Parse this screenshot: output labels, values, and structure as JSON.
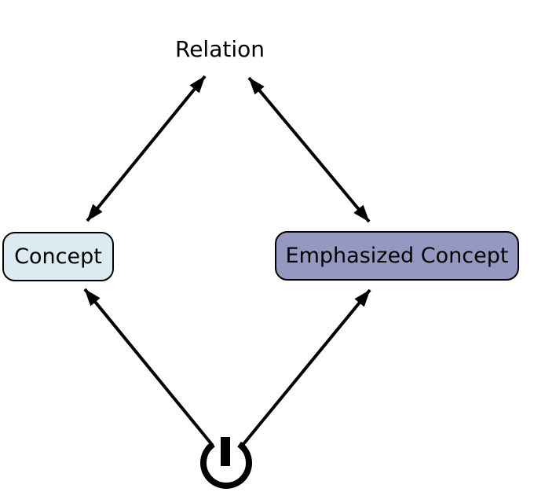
{
  "diagram": {
    "relation_label": "Relation",
    "nodes": [
      {
        "id": "concept",
        "label": "Concept",
        "fill": "#dcebf1",
        "border": "#000000",
        "shape": "rounded-rect"
      },
      {
        "id": "emphasized-concept",
        "label": "Emphasized Concept",
        "fill": "#9598c0",
        "border": "#000000",
        "shape": "rounded-rect"
      }
    ],
    "edges": [
      {
        "from": "concept",
        "to": "relation",
        "style": "bidirectional-arrow"
      },
      {
        "from": "emphasized-concept",
        "to": "relation",
        "style": "bidirectional-arrow"
      },
      {
        "from": "power-icon",
        "to": "concept",
        "style": "arrow"
      },
      {
        "from": "power-icon",
        "to": "emphasized-concept",
        "style": "arrow"
      }
    ],
    "icons": [
      {
        "name": "power-icon",
        "glyph": "power-symbol"
      }
    ],
    "colors": {
      "background": "#ffffff",
      "stroke": "#000000",
      "concept_fill": "#dcebf1",
      "emphasized_fill": "#9598c0"
    }
  }
}
